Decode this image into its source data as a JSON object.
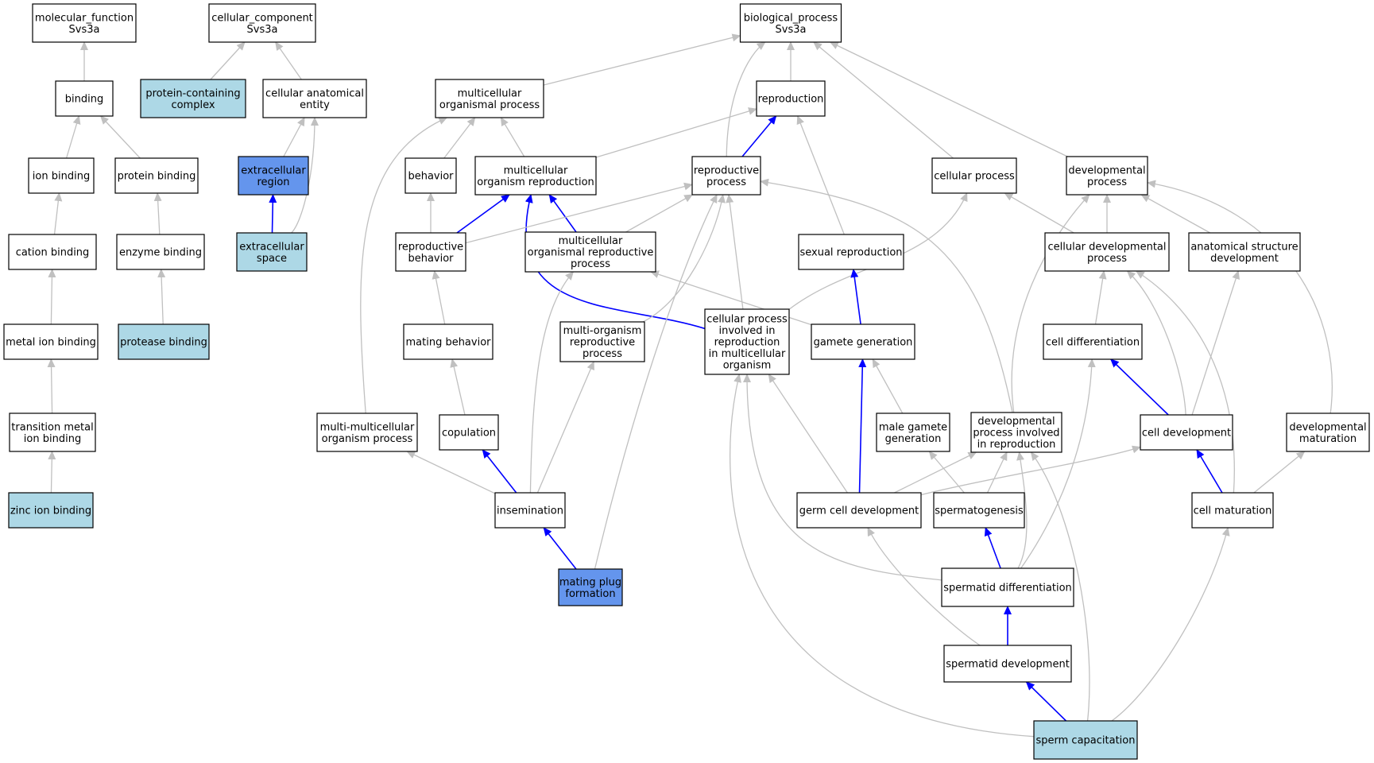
{
  "colors": {
    "plain": "#ffffff",
    "light_blue": "#add8e6",
    "cornflower": "#6495ed",
    "edge_gray": "#c0c0c0",
    "edge_blue": "#0000ff",
    "border": "#000000"
  },
  "nodes": [
    {
      "id": "mf",
      "lines": [
        "molecular_function",
        "Svs3a"
      ],
      "fill": "plain"
    },
    {
      "id": "cc",
      "lines": [
        "cellular_component",
        "Svs3a"
      ],
      "fill": "plain"
    },
    {
      "id": "bp",
      "lines": [
        "biological_process",
        "Svs3a"
      ],
      "fill": "plain"
    },
    {
      "id": "binding",
      "lines": [
        "binding"
      ],
      "fill": "plain"
    },
    {
      "id": "pcc",
      "lines": [
        "protein-containing",
        "complex"
      ],
      "fill": "light_blue"
    },
    {
      "id": "cae",
      "lines": [
        "cellular anatomical",
        "entity"
      ],
      "fill": "plain"
    },
    {
      "id": "mop",
      "lines": [
        "multicellular",
        "organismal process"
      ],
      "fill": "plain"
    },
    {
      "id": "repro",
      "lines": [
        "reproduction"
      ],
      "fill": "plain"
    },
    {
      "id": "ionb",
      "lines": [
        "ion binding"
      ],
      "fill": "plain"
    },
    {
      "id": "protb",
      "lines": [
        "protein binding"
      ],
      "fill": "plain"
    },
    {
      "id": "exreg",
      "lines": [
        "extracellular",
        "region"
      ],
      "fill": "cornflower"
    },
    {
      "id": "behav",
      "lines": [
        "behavior"
      ],
      "fill": "plain"
    },
    {
      "id": "mor",
      "lines": [
        "multicellular",
        "organism reproduction"
      ],
      "fill": "plain"
    },
    {
      "id": "rp",
      "lines": [
        "reproductive",
        "process"
      ],
      "fill": "plain"
    },
    {
      "id": "cp",
      "lines": [
        "cellular process"
      ],
      "fill": "plain"
    },
    {
      "id": "dp",
      "lines": [
        "developmental",
        "process"
      ],
      "fill": "plain"
    },
    {
      "id": "catb",
      "lines": [
        "cation binding"
      ],
      "fill": "plain"
    },
    {
      "id": "enzb",
      "lines": [
        "enzyme binding"
      ],
      "fill": "plain"
    },
    {
      "id": "exsp",
      "lines": [
        "extracellular",
        "space"
      ],
      "fill": "light_blue"
    },
    {
      "id": "rbeh",
      "lines": [
        "reproductive",
        "behavior"
      ],
      "fill": "plain"
    },
    {
      "id": "morp",
      "lines": [
        "multicellular",
        "organismal reproductive",
        "process"
      ],
      "fill": "plain"
    },
    {
      "id": "sexr",
      "lines": [
        "sexual reproduction"
      ],
      "fill": "plain"
    },
    {
      "id": "cdp",
      "lines": [
        "cellular developmental",
        "process"
      ],
      "fill": "plain"
    },
    {
      "id": "asd",
      "lines": [
        "anatomical structure",
        "development"
      ],
      "fill": "plain"
    },
    {
      "id": "metb",
      "lines": [
        "metal ion binding"
      ],
      "fill": "plain"
    },
    {
      "id": "protease",
      "lines": [
        "protease binding"
      ],
      "fill": "light_blue"
    },
    {
      "id": "matb",
      "lines": [
        "mating behavior"
      ],
      "fill": "plain"
    },
    {
      "id": "morp2",
      "lines": [
        "multi-organism",
        "reproductive",
        "process"
      ],
      "fill": "plain"
    },
    {
      "id": "cpir",
      "lines": [
        "cellular process",
        "involved in",
        "reproduction",
        "in multicellular",
        "organism"
      ],
      "fill": "plain"
    },
    {
      "id": "gg",
      "lines": [
        "gamete generation"
      ],
      "fill": "plain"
    },
    {
      "id": "cdiff",
      "lines": [
        "cell differentiation"
      ],
      "fill": "plain"
    },
    {
      "id": "tmb",
      "lines": [
        "transition metal",
        "ion binding"
      ],
      "fill": "plain"
    },
    {
      "id": "mmop",
      "lines": [
        "multi-multicellular",
        "organism process"
      ],
      "fill": "plain"
    },
    {
      "id": "copul",
      "lines": [
        "copulation"
      ],
      "fill": "plain"
    },
    {
      "id": "mgg",
      "lines": [
        "male gamete",
        "generation"
      ],
      "fill": "plain"
    },
    {
      "id": "dpir",
      "lines": [
        "developmental",
        "process involved",
        "in reproduction"
      ],
      "fill": "plain"
    },
    {
      "id": "cdev",
      "lines": [
        "cell development"
      ],
      "fill": "plain"
    },
    {
      "id": "dmat",
      "lines": [
        "developmental",
        "maturation"
      ],
      "fill": "plain"
    },
    {
      "id": "zinc",
      "lines": [
        "zinc ion binding"
      ],
      "fill": "light_blue"
    },
    {
      "id": "insem",
      "lines": [
        "insemination"
      ],
      "fill": "plain"
    },
    {
      "id": "gcd",
      "lines": [
        "germ cell development"
      ],
      "fill": "plain"
    },
    {
      "id": "spgen",
      "lines": [
        "spermatogenesis"
      ],
      "fill": "plain"
    },
    {
      "id": "cmat",
      "lines": [
        "cell maturation"
      ],
      "fill": "plain"
    },
    {
      "id": "mpf",
      "lines": [
        "mating plug",
        "formation"
      ],
      "fill": "cornflower"
    },
    {
      "id": "sdiff",
      "lines": [
        "spermatid differentiation"
      ],
      "fill": "plain"
    },
    {
      "id": "sdev",
      "lines": [
        "spermatid development"
      ],
      "fill": "plain"
    },
    {
      "id": "scap",
      "lines": [
        "sperm capacitation"
      ],
      "fill": "light_blue"
    }
  ],
  "edges": [
    {
      "from": "binding",
      "to": "mf",
      "color": "gray"
    },
    {
      "from": "pcc",
      "to": "cc",
      "color": "gray"
    },
    {
      "from": "cae",
      "to": "cc",
      "color": "gray"
    },
    {
      "from": "mop",
      "to": "bp",
      "color": "gray"
    },
    {
      "from": "repro",
      "to": "bp",
      "color": "gray"
    },
    {
      "from": "rp",
      "to": "bp",
      "color": "gray"
    },
    {
      "from": "cp",
      "to": "bp",
      "color": "gray"
    },
    {
      "from": "dp",
      "to": "bp",
      "color": "gray"
    },
    {
      "from": "ionb",
      "to": "binding",
      "color": "gray"
    },
    {
      "from": "protb",
      "to": "binding",
      "color": "gray"
    },
    {
      "from": "exreg",
      "to": "cae",
      "color": "gray"
    },
    {
      "from": "exsp",
      "to": "cae",
      "color": "gray"
    },
    {
      "from": "exsp",
      "to": "exreg",
      "color": "blue"
    },
    {
      "from": "behav",
      "to": "mop",
      "color": "gray"
    },
    {
      "from": "mor",
      "to": "mop",
      "color": "gray"
    },
    {
      "from": "mmop",
      "to": "mop",
      "color": "gray"
    },
    {
      "from": "mor",
      "to": "repro",
      "color": "gray"
    },
    {
      "from": "rp",
      "to": "repro",
      "color": "blue"
    },
    {
      "from": "sexr",
      "to": "repro",
      "color": "gray"
    },
    {
      "from": "catb",
      "to": "ionb",
      "color": "gray"
    },
    {
      "from": "enzb",
      "to": "protb",
      "color": "gray"
    },
    {
      "from": "rbeh",
      "to": "behav",
      "color": "gray"
    },
    {
      "from": "rbeh",
      "to": "mor",
      "color": "blue"
    },
    {
      "from": "morp",
      "to": "mor",
      "color": "blue"
    },
    {
      "from": "cpir",
      "to": "mor",
      "color": "blue"
    },
    {
      "from": "rbeh",
      "to": "rp",
      "color": "gray"
    },
    {
      "from": "morp",
      "to": "rp",
      "color": "gray"
    },
    {
      "from": "morp2",
      "to": "rp",
      "color": "gray"
    },
    {
      "from": "cpir",
      "to": "rp",
      "color": "gray"
    },
    {
      "from": "mpf",
      "to": "rp",
      "color": "gray"
    },
    {
      "from": "dpir",
      "to": "rp",
      "color": "gray"
    },
    {
      "from": "cpir",
      "to": "cp",
      "color": "gray"
    },
    {
      "from": "cdp",
      "to": "cp",
      "color": "gray"
    },
    {
      "from": "cdp",
      "to": "dp",
      "color": "gray"
    },
    {
      "from": "asd",
      "to": "dp",
      "color": "gray"
    },
    {
      "from": "dpir",
      "to": "dp",
      "color": "gray"
    },
    {
      "from": "dmat",
      "to": "dp",
      "color": "gray"
    },
    {
      "from": "metb",
      "to": "catb",
      "color": "gray"
    },
    {
      "from": "protease",
      "to": "enzb",
      "color": "gray"
    },
    {
      "from": "matb",
      "to": "rbeh",
      "color": "gray"
    },
    {
      "from": "gg",
      "to": "morp",
      "color": "gray"
    },
    {
      "from": "insem",
      "to": "morp",
      "color": "gray"
    },
    {
      "from": "gg",
      "to": "sexr",
      "color": "blue"
    },
    {
      "from": "cdiff",
      "to": "cdp",
      "color": "gray"
    },
    {
      "from": "cdev",
      "to": "cdp",
      "color": "gray"
    },
    {
      "from": "cmat",
      "to": "cdp",
      "color": "gray"
    },
    {
      "from": "cdev",
      "to": "asd",
      "color": "gray"
    },
    {
      "from": "tmb",
      "to": "metb",
      "color": "gray"
    },
    {
      "from": "copul",
      "to": "matb",
      "color": "gray"
    },
    {
      "from": "insem",
      "to": "morp2",
      "color": "gray"
    },
    {
      "from": "gcd",
      "to": "cpir",
      "color": "gray"
    },
    {
      "from": "sdiff",
      "to": "cpir",
      "color": "gray"
    },
    {
      "from": "scap",
      "to": "cpir",
      "color": "gray"
    },
    {
      "from": "gcd",
      "to": "gg",
      "color": "blue"
    },
    {
      "from": "mgg",
      "to": "gg",
      "color": "gray"
    },
    {
      "from": "cdev",
      "to": "cdiff",
      "color": "blue"
    },
    {
      "from": "sdiff",
      "to": "cdiff",
      "color": "gray"
    },
    {
      "from": "zinc",
      "to": "tmb",
      "color": "gray"
    },
    {
      "from": "insem",
      "to": "mmop",
      "color": "gray"
    },
    {
      "from": "insem",
      "to": "copul",
      "color": "blue"
    },
    {
      "from": "spgen",
      "to": "mgg",
      "color": "gray"
    },
    {
      "from": "gcd",
      "to": "dpir",
      "color": "gray"
    },
    {
      "from": "spgen",
      "to": "dpir",
      "color": "gray"
    },
    {
      "from": "sdiff",
      "to": "dpir",
      "color": "gray"
    },
    {
      "from": "scap",
      "to": "dpir",
      "color": "gray"
    },
    {
      "from": "gcd",
      "to": "cdev",
      "color": "gray"
    },
    {
      "from": "cmat",
      "to": "cdev",
      "color": "blue"
    },
    {
      "from": "cmat",
      "to": "dmat",
      "color": "gray"
    },
    {
      "from": "mpf",
      "to": "insem",
      "color": "blue"
    },
    {
      "from": "sdev",
      "to": "gcd",
      "color": "gray"
    },
    {
      "from": "sdiff",
      "to": "spgen",
      "color": "blue"
    },
    {
      "from": "scap",
      "to": "cmat",
      "color": "gray"
    },
    {
      "from": "sdev",
      "to": "sdiff",
      "color": "blue"
    },
    {
      "from": "scap",
      "to": "sdev",
      "color": "blue"
    }
  ]
}
